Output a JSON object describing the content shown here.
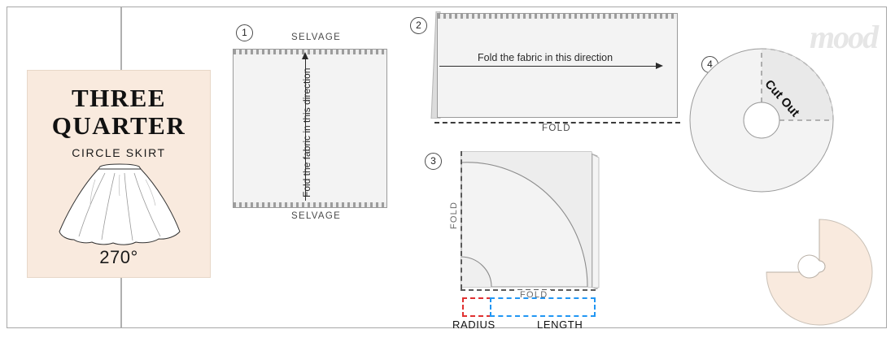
{
  "document": {
    "type": "sewing-pattern-instruction-sheet",
    "brand_watermark": "mood"
  },
  "title_card": {
    "line1": "THREE",
    "line2": "QUARTER",
    "subtitle": "CIRCLE SKIRT",
    "degrees": "270°",
    "bg_color": "#f9eade",
    "illustration": "flared-circle-skirt"
  },
  "steps": [
    {
      "number": "1",
      "top_label": "SELVAGE",
      "bottom_label": "SELVAGE",
      "arrow_label": "Fold the fabric in this direction",
      "arrow_direction": "up"
    },
    {
      "number": "2",
      "arrow_label": "Fold the fabric in this direction",
      "arrow_direction": "right",
      "fold_label": "FOLD"
    },
    {
      "number": "3",
      "fold_label_left": "FOLD",
      "fold_label_bottom": "FOLD",
      "radius_label": "RADIUS",
      "length_label": "LENGTH",
      "radius_color": "#e03131",
      "length_color": "#2196f3"
    },
    {
      "number": "4",
      "cut_out_label": "Cut Out"
    }
  ],
  "result": {
    "shape": "three-quarter-circle-skirt-piece",
    "fill_color": "#f9eade"
  },
  "colors": {
    "fabric_gray": "#f3f3f3",
    "outline": "#9a9a9a",
    "beige": "#f9eade",
    "watermark": "#e6e6e6"
  }
}
